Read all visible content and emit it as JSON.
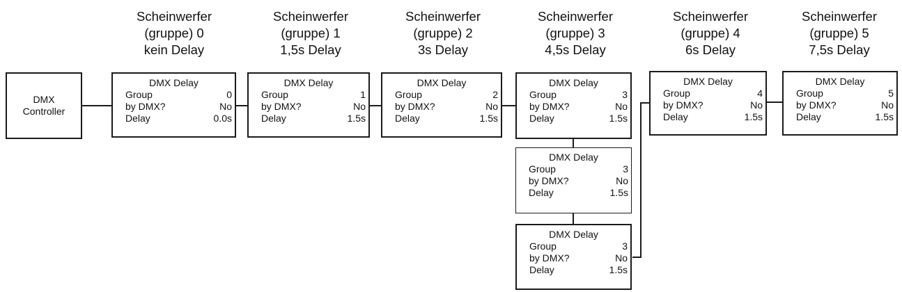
{
  "controller": {
    "line1": "DMX",
    "line2": "Controller"
  },
  "headers": [
    {
      "line1": "Scheinwerfer",
      "line2": "(gruppe) 0",
      "line3": "kein Delay"
    },
    {
      "line1": "Scheinwerfer",
      "line2": "(gruppe) 1",
      "line3": "1,5s Delay"
    },
    {
      "line1": "Scheinwerfer",
      "line2": "(gruppe) 2",
      "line3": "3s Delay"
    },
    {
      "line1": "Scheinwerfer",
      "line2": "(gruppe) 3",
      "line3": "4,5s Delay"
    },
    {
      "line1": "Scheinwerfer",
      "line2": "(gruppe) 4",
      "line3": "6s Delay"
    },
    {
      "line1": "Scheinwerfer",
      "line2": "(gruppe) 5",
      "line3": "7,5s Delay"
    }
  ],
  "device_labels": {
    "title": "DMX Delay",
    "group": "Group",
    "by_dmx": "by DMX?",
    "delay": "Delay"
  },
  "devices": [
    {
      "group": "0",
      "by_dmx": "No",
      "delay": "0.0s"
    },
    {
      "group": "1",
      "by_dmx": "No",
      "delay": "1.5s"
    },
    {
      "group": "2",
      "by_dmx": "No",
      "delay": "1.5s"
    },
    {
      "group": "3",
      "by_dmx": "No",
      "delay": "1.5s"
    },
    {
      "group": "3",
      "by_dmx": "No",
      "delay": "1.5s"
    },
    {
      "group": "3",
      "by_dmx": "No",
      "delay": "1.5s"
    },
    {
      "group": "4",
      "by_dmx": "No",
      "delay": "1.5s"
    },
    {
      "group": "5",
      "by_dmx": "No",
      "delay": "1.5s"
    }
  ]
}
